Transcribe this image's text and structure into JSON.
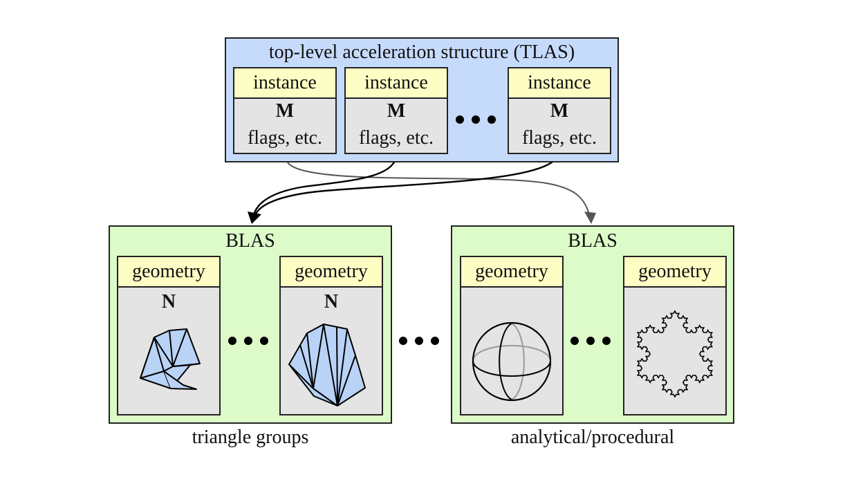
{
  "tlas": {
    "title": "top-level acceleration structure (TLAS)",
    "instances": [
      {
        "label": "instance",
        "matrix": "M",
        "flags": "flags, etc."
      },
      {
        "label": "instance",
        "matrix": "M",
        "flags": "flags, etc."
      },
      {
        "label": "instance",
        "matrix": "M",
        "flags": "flags, etc."
      }
    ]
  },
  "blas_left": {
    "title": "BLAS",
    "caption": "triangle groups",
    "geometries": [
      {
        "label": "geometry",
        "normal": "N"
      },
      {
        "label": "geometry",
        "normal": "N"
      }
    ]
  },
  "blas_right": {
    "title": "BLAS",
    "caption": "analytical/procedural",
    "geometries": [
      {
        "label": "geometry"
      },
      {
        "label": "geometry"
      }
    ]
  },
  "colors": {
    "tlas_fill": "#c6dbfb",
    "blas_fill": "#dcfbc9",
    "header_fill": "#fefec4",
    "card_fill": "#e4e4e4",
    "mesh_fill": "#b9d3f7",
    "strong_arrow": "#000000",
    "weak_arrow": "#555555"
  }
}
